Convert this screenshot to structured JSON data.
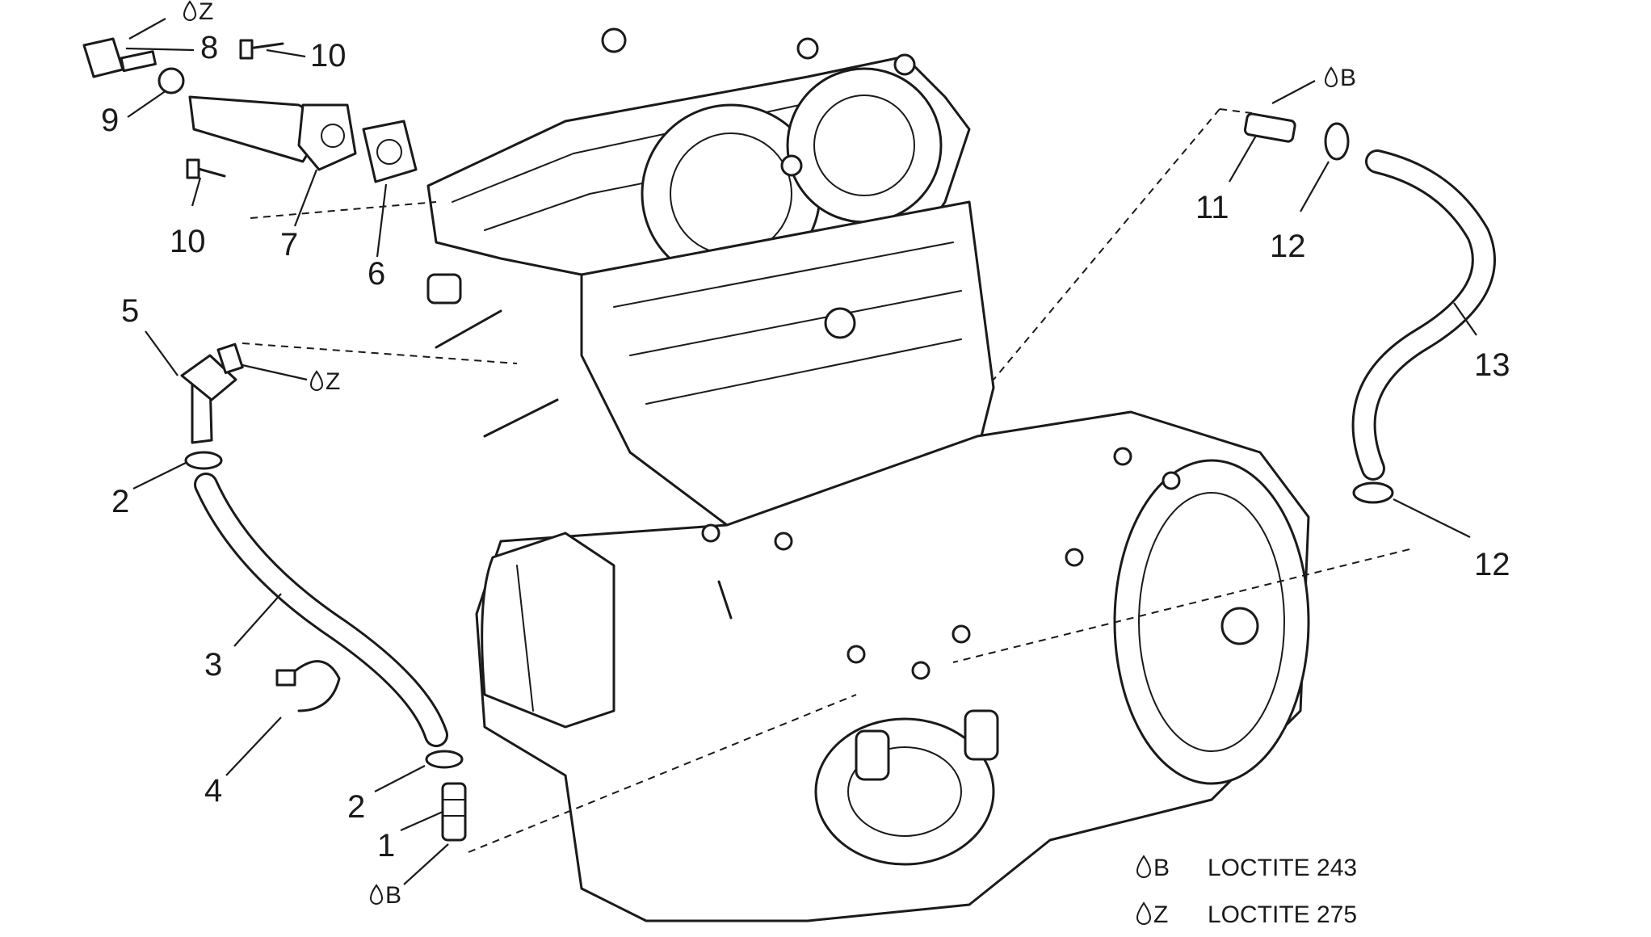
{
  "parts": [
    {
      "id": "p1",
      "number": "1"
    },
    {
      "id": "p2a",
      "number": "2"
    },
    {
      "id": "p2b",
      "number": "2"
    },
    {
      "id": "p3",
      "number": "3"
    },
    {
      "id": "p4",
      "number": "4"
    },
    {
      "id": "p5",
      "number": "5"
    },
    {
      "id": "p6",
      "number": "6"
    },
    {
      "id": "p7",
      "number": "7"
    },
    {
      "id": "p8",
      "number": "8"
    },
    {
      "id": "p9",
      "number": "9"
    },
    {
      "id": "p10a",
      "number": "10"
    },
    {
      "id": "p10b",
      "number": "10"
    },
    {
      "id": "p11",
      "number": "11"
    },
    {
      "id": "p12a",
      "number": "12"
    },
    {
      "id": "p12b",
      "number": "12"
    },
    {
      "id": "p13",
      "number": "13"
    }
  ],
  "compound_tags": [
    {
      "id": "t-z-top",
      "code": "Z"
    },
    {
      "id": "t-z-mid",
      "code": "Z"
    },
    {
      "id": "t-b-right",
      "code": "B"
    },
    {
      "id": "t-b-bottom",
      "code": "B"
    }
  ],
  "legend": [
    {
      "code": "B",
      "label": "LOCTITE 243"
    },
    {
      "code": "Z",
      "label": "LOCTITE 275"
    }
  ]
}
